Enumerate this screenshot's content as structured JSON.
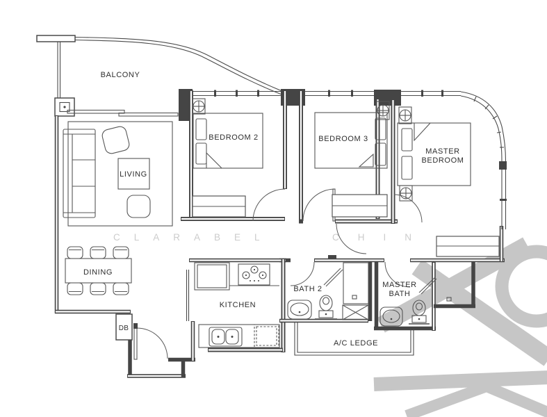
{
  "labels": {
    "balcony": "BALCONY",
    "living": "LIVING",
    "dining": "DINING",
    "db": "DB",
    "kitchen": "KITCHEN",
    "bath2": "BATH 2",
    "master_bath_line1": "MASTER",
    "master_bath_line2": "BATH",
    "ac_ledge": "A/C LEDGE",
    "bedroom2": "BEDROOM 2",
    "bedroom3": "BEDROOM 3",
    "master_bedroom_line1": "MASTER",
    "master_bedroom_line2": "BEDROOM"
  },
  "watermark": {
    "name_part1": "CLARABEL",
    "name_part2": "CHIN"
  },
  "colors": {
    "background": "#ffffff",
    "wall_line": "#454545",
    "furniture_line": "#575757",
    "label_text": "#2e2e2e",
    "watermark_text": "#cccccc",
    "watermark_logo": "#c6c6c6"
  }
}
